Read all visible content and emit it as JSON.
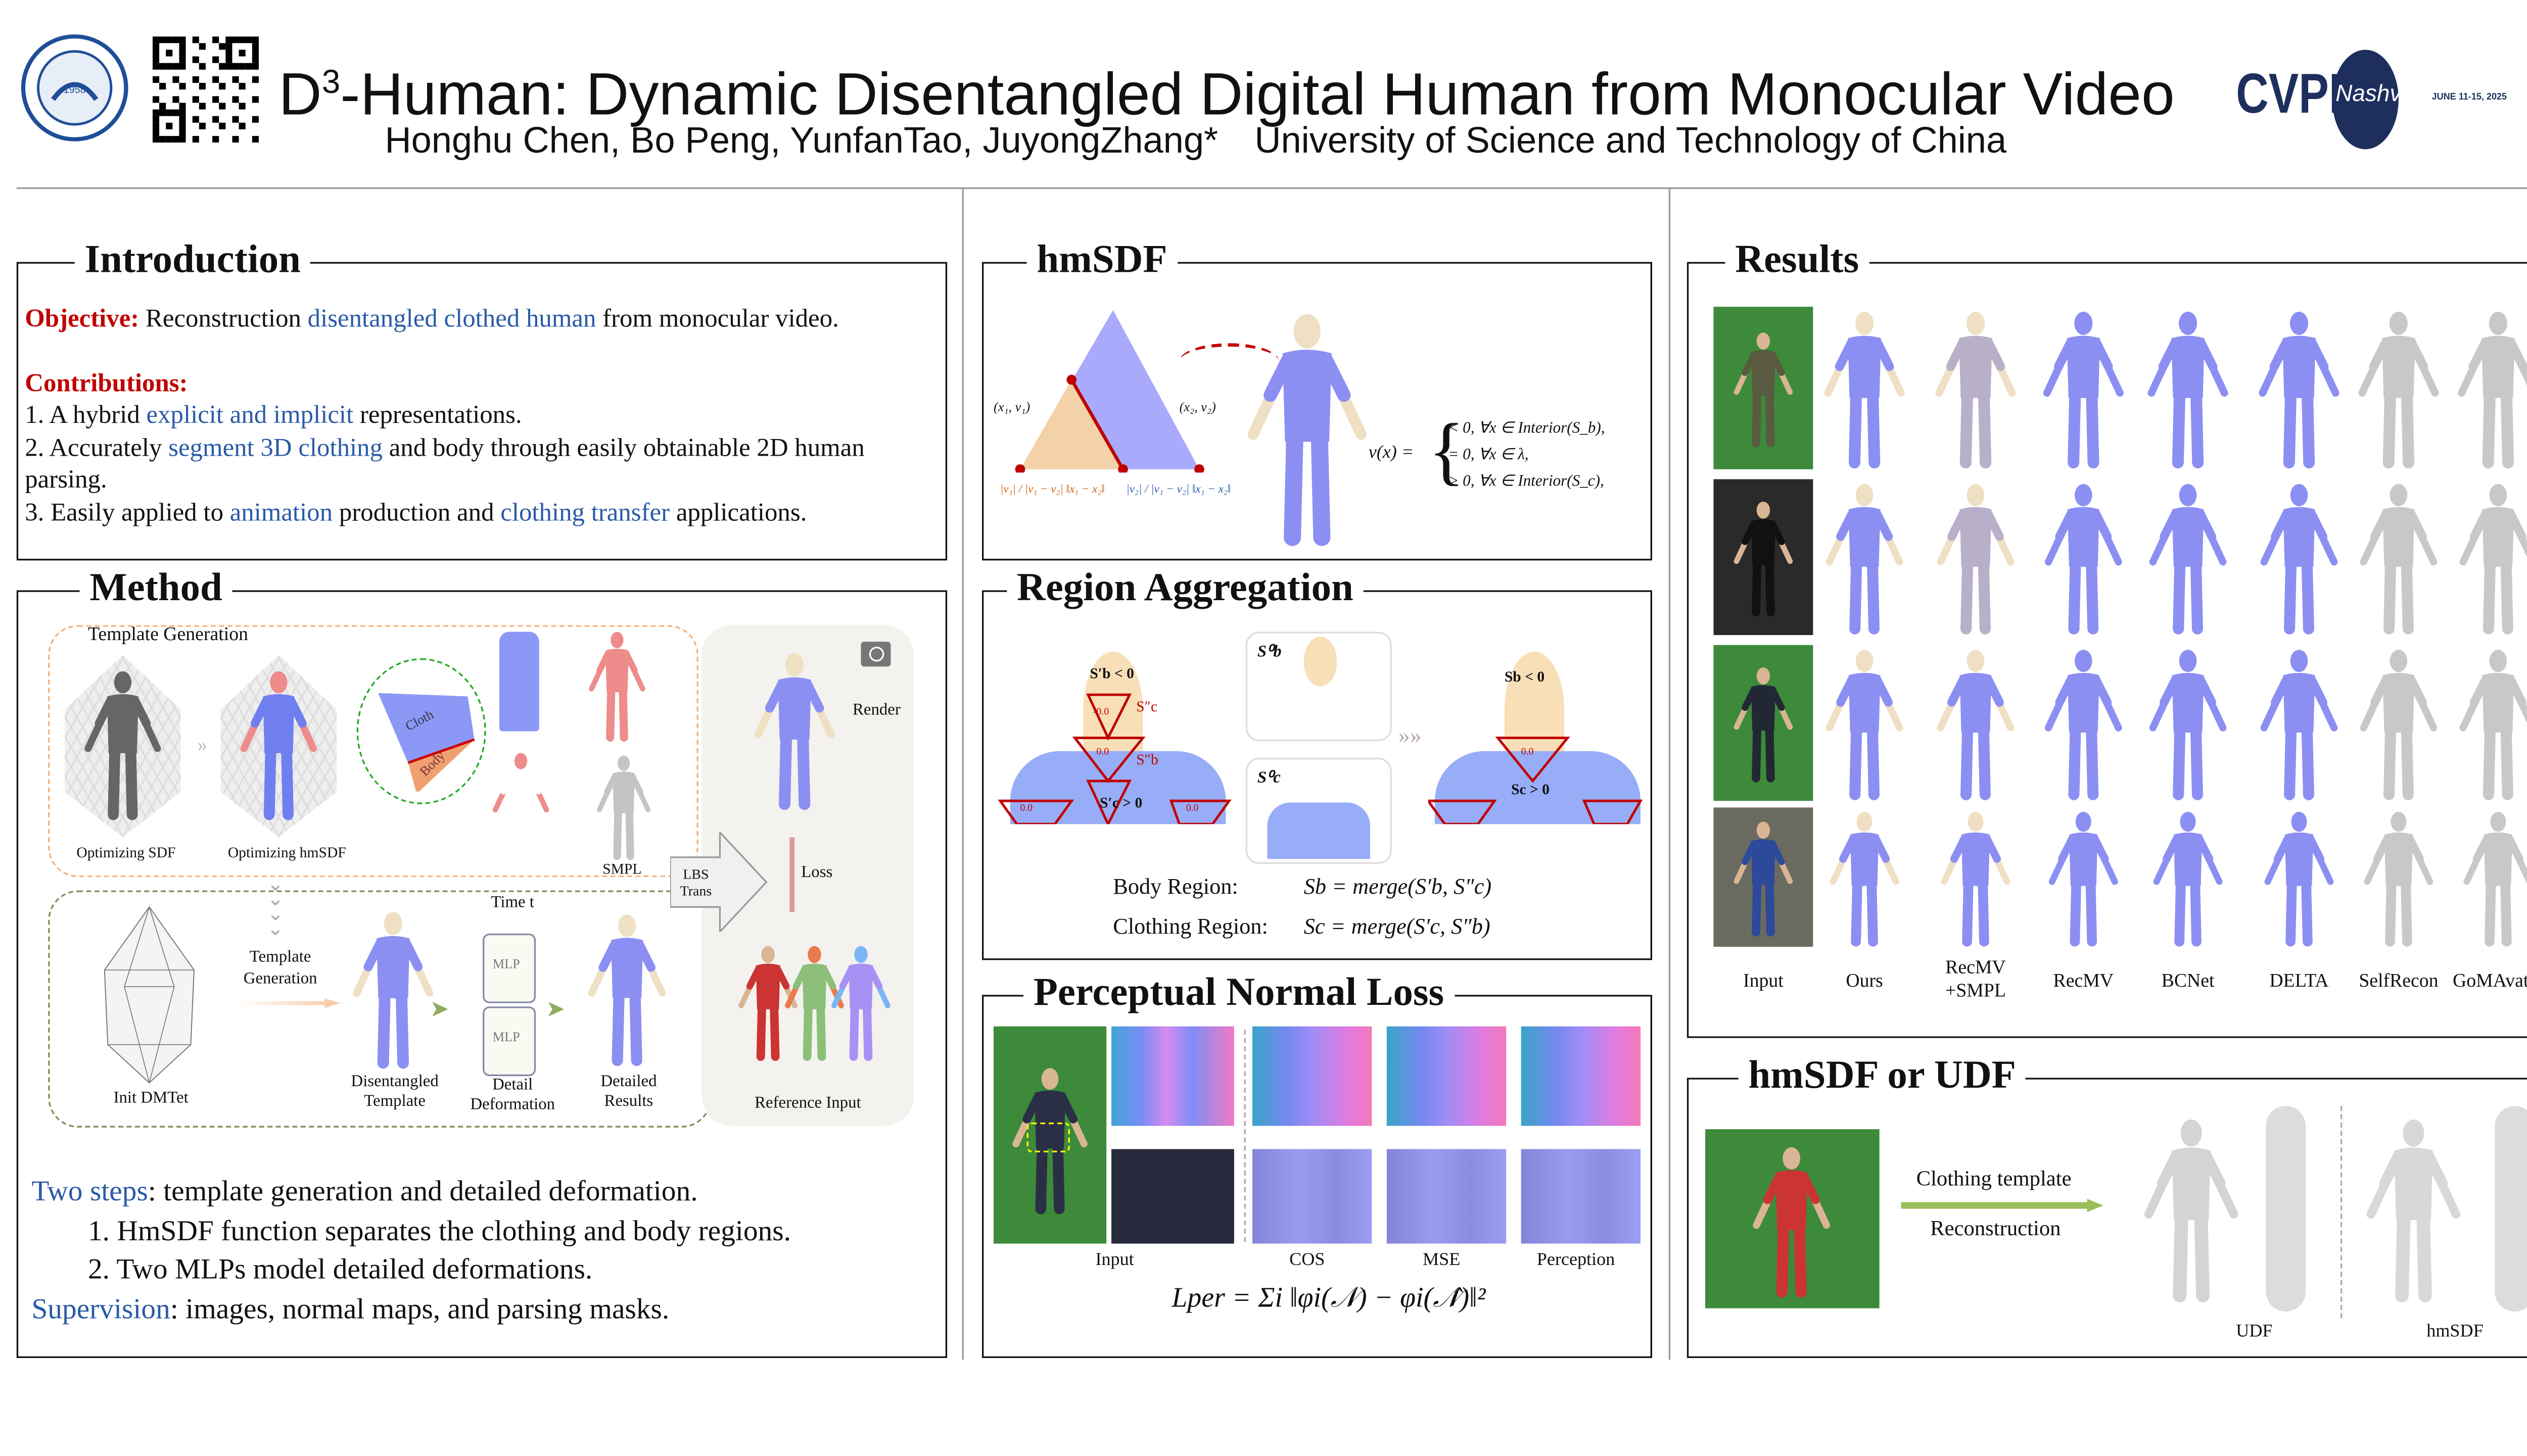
{
  "header": {
    "title_prefix": "D",
    "title_sup": "3",
    "title_rest": "-Human: Dynamic Disentangled Digital Human from Monocular Video",
    "authors": "Honghu Chen, Bo Peng, YunfanTao, JuyongZhang*",
    "affiliation": "University of Science and Technology of China",
    "logo_year": "1958",
    "conference": "CVPR",
    "conference_city": "Nashville",
    "conference_dates": "JUNE 11-15, 2025"
  },
  "introduction": {
    "title": "Introduction",
    "objective_label": "Objective:",
    "objective_parts": [
      "Reconstruction ",
      "disentangled clothed human",
      " from monocular video."
    ],
    "contributions_label": "Contributions:",
    "items": [
      [
        "1. A hybrid ",
        "explicit and implicit",
        " representations."
      ],
      [
        "2. Accurately ",
        "segment 3D clothing",
        " and body through easily obtainable 2D human parsing."
      ],
      [
        "3. Easily applied to ",
        "animation",
        " production and ",
        "clothing transfer",
        " applications."
      ]
    ]
  },
  "method": {
    "title": "Method",
    "template_generation": "Template Generation",
    "optimizing_sdf": "Optimizing SDF",
    "optimizing_hmsdf": "Optimizing hmSDF",
    "cloth": "Cloth",
    "body": "Body",
    "smpl": "SMPL",
    "lbs": "LBS",
    "trans": "Trans",
    "render": "Render",
    "loss": "Loss",
    "reference_input": "Reference Input",
    "init_dmtet": "Init DMTet",
    "template_generation_2a": "Template",
    "template_generation_2b": "Generation",
    "time_t": "Time t",
    "mlp": "MLP",
    "disentangled_a": "Disentangled",
    "disentangled_b": "Template",
    "detail_a": "Detail",
    "detail_b": "Deformation",
    "detailed_a": "Detailed",
    "detailed_b": "Results",
    "summary": {
      "two_steps_label": "Two steps",
      "two_steps_text": ": template generation and detailed deformation.",
      "step1": "1. HmSDF function separates the clothing and body regions.",
      "step2": "2. Two MLPs model detailed deformations.",
      "supervision_label": "Supervision",
      "supervision_text": ":  images, normal maps, and parsing masks."
    }
  },
  "hmsdf": {
    "title": "hmSDF",
    "p1": "(x₁, v₁)",
    "p2": "(x₂, v₂)",
    "frac1": "|v₁| / |v₁ − v₂| ‖x₁ − x₂‖",
    "frac2": "|v₂| / |v₁ − v₂| ‖x₁ − x₂‖",
    "lhs": "ν(x) =",
    "cases": [
      "< 0,   ∀x ∈ Interior(S_b),",
      "= 0,   ∀x ∈ λ,",
      "> 0,   ∀x ∈ Interior(S_c),"
    ]
  },
  "region": {
    "title": "Region Aggregation",
    "sb_prime": "S′b < 0",
    "sc_prime": "S′c > 0",
    "sc_dd": "S″c",
    "sb_dd": "S″b",
    "sb0": "S⁰b",
    "sc0": "S⁰c",
    "sb": "Sb < 0",
    "sc": "Sc > 0",
    "zero": "0.0",
    "neg_zero": "-0.0",
    "body_label": "Body Region:",
    "body_eq": "Sb = merge(S′b, S″c)",
    "cloth_label": "Clothing Region:",
    "cloth_eq": "Sc = merge(S′c, S″b)"
  },
  "perceptual": {
    "title": "Perceptual Normal Loss",
    "labels": [
      "Input",
      "COS",
      "MSE",
      "Perception"
    ],
    "formula": "Lper = Σi ‖φi(𝒩) − φi(𝒩̂)‖²"
  },
  "results": {
    "title": "Results",
    "columns": [
      "Input",
      "Ours",
      "RecMV\n+SMPL",
      "RecMV",
      "BCNet",
      "DELTA",
      "SelfRecon",
      "GoMAvatar"
    ]
  },
  "udf": {
    "title": "hmSDF or UDF",
    "arrow_top": "Clothing template",
    "arrow_bottom": "Reconstruction",
    "udf_label": "UDF",
    "hmsdf_label": "hmSDF"
  },
  "colors": {
    "accent_blue": "#2a5aa8",
    "accent_red": "#c00000",
    "mesh_purple": "#8c8ff2",
    "skin": "#efe0c4",
    "grey_mesh": "#c8c8c8",
    "green_screen": "#3d8a3a"
  }
}
